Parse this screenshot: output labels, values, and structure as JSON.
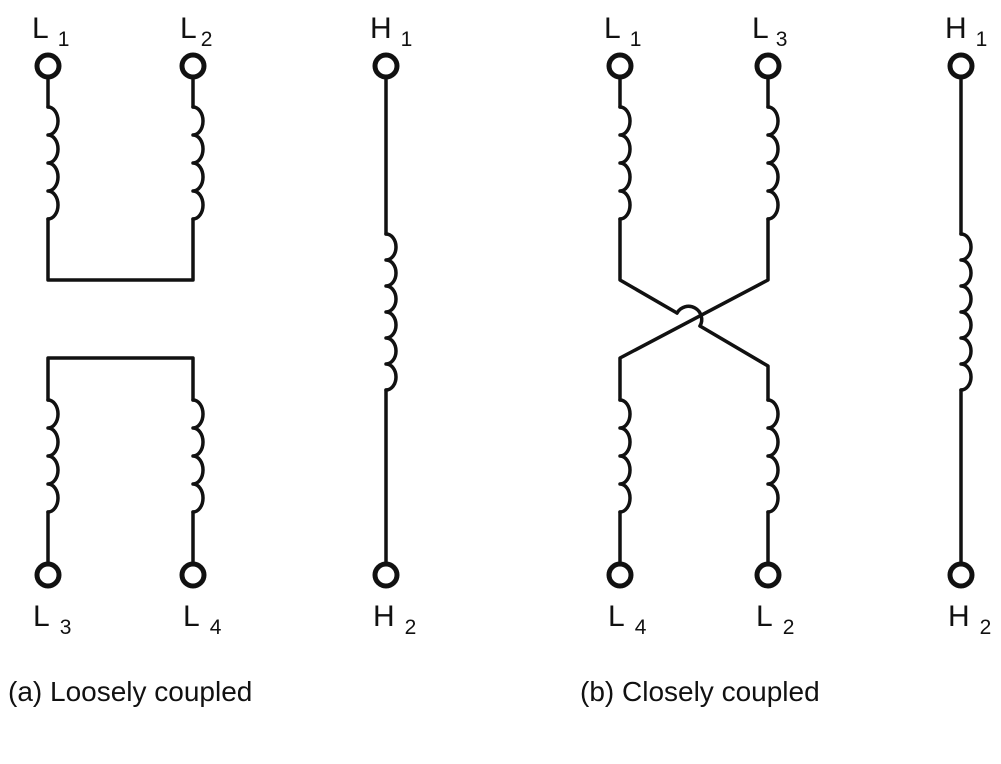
{
  "panel_a": {
    "caption": "(a) Loosely coupled",
    "terminals": {
      "top_left": {
        "main": "L",
        "sub": "1"
      },
      "top_mid": {
        "main": "L",
        "sub": "2"
      },
      "top_right": {
        "main": "H",
        "sub": "1"
      },
      "bot_left": {
        "main": "L",
        "sub": "3"
      },
      "bot_mid": {
        "main": "L",
        "sub": "4"
      },
      "bot_right": {
        "main": "H",
        "sub": "2"
      }
    }
  },
  "panel_b": {
    "caption": "(b) Closely coupled",
    "terminals": {
      "top_left": {
        "main": "L",
        "sub": "1"
      },
      "top_mid": {
        "main": "L",
        "sub": "3"
      },
      "top_right": {
        "main": "H",
        "sub": "1"
      },
      "bot_left": {
        "main": "L",
        "sub": "4"
      },
      "bot_mid": {
        "main": "L",
        "sub": "2"
      },
      "bot_right": {
        "main": "H",
        "sub": "2"
      }
    }
  }
}
